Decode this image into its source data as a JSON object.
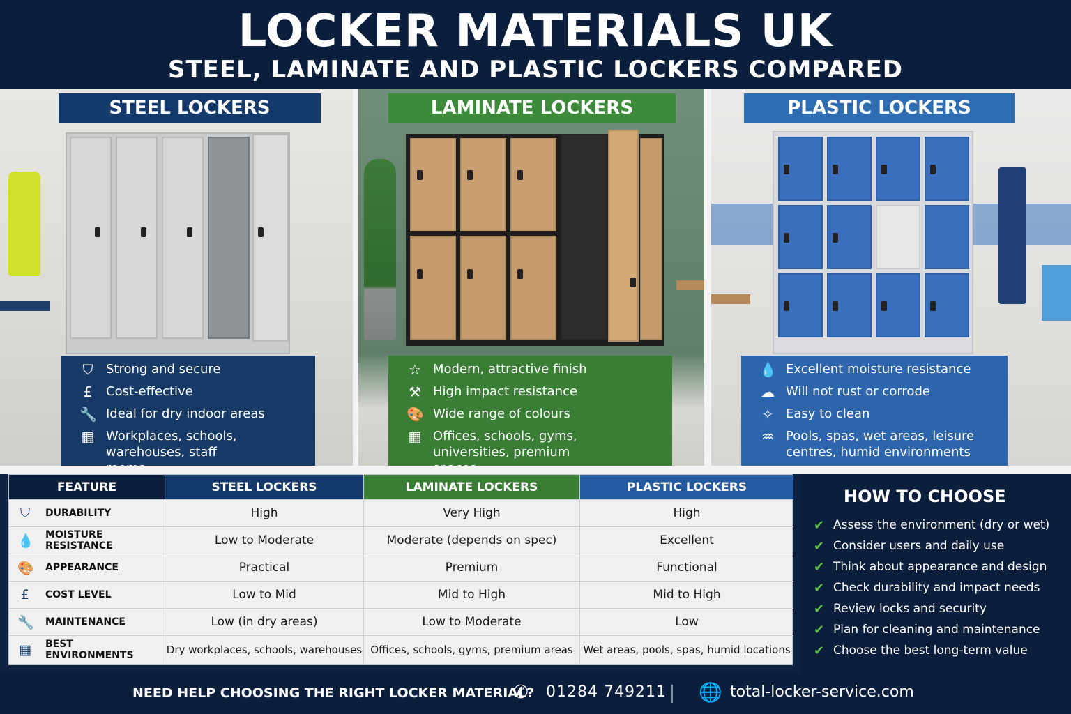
{
  "header": {
    "title": "LOCKER MATERIALS UK",
    "subtitle": "STEEL, LAMINATE AND PLASTIC LOCKERS COMPARED"
  },
  "panels": [
    {
      "heading": "STEEL LOCKERS",
      "accent": "#143a6b",
      "features": [
        {
          "icon": "shield-icon",
          "text": "Strong and secure"
        },
        {
          "icon": "pound-icon",
          "text": "Cost-effective"
        },
        {
          "icon": "wrench-icon",
          "text": "Ideal for dry indoor areas"
        },
        {
          "icon": "building-icon",
          "text": "Workplaces, schools, warehouses, staff rooms"
        }
      ]
    },
    {
      "heading": "LAMINATE LOCKERS",
      "accent": "#3c8a3a",
      "features": [
        {
          "icon": "star-icon",
          "text": "Modern, attractive finish"
        },
        {
          "icon": "hammer-icon",
          "text": "High impact resistance"
        },
        {
          "icon": "palette-icon",
          "text": "Wide range of colours"
        },
        {
          "icon": "building-icon",
          "text": "Offices, schools, gyms, universities, premium spaces"
        }
      ]
    },
    {
      "heading": "PLASTIC LOCKERS",
      "accent": "#2f6db3",
      "features": [
        {
          "icon": "droplet-icon",
          "text": "Excellent moisture resistance"
        },
        {
          "icon": "cloud-rain-icon",
          "text": "Will not rust or corrode"
        },
        {
          "icon": "cleaning-icon",
          "text": "Easy to clean"
        },
        {
          "icon": "pool-icon",
          "text": "Pools, spas, wet areas, leisure centres, humid environments"
        }
      ]
    }
  ],
  "table": {
    "headers": [
      "FEATURE",
      "STEEL LOCKERS",
      "LAMINATE LOCKERS",
      "PLASTIC LOCKERS"
    ],
    "rows": [
      {
        "icon": "shield-icon",
        "feature": "DURABILITY",
        "steel": "High",
        "laminate": "Very High",
        "plastic": "High"
      },
      {
        "icon": "droplet-icon",
        "feature": "MOISTURE RESISTANCE",
        "steel": "Low to Moderate",
        "laminate": "Moderate (depends on spec)",
        "plastic": "Excellent"
      },
      {
        "icon": "palette-icon",
        "feature": "APPEARANCE",
        "steel": "Practical",
        "laminate": "Premium",
        "plastic": "Functional"
      },
      {
        "icon": "pound-icon",
        "feature": "COST LEVEL",
        "steel": "Low to Mid",
        "laminate": "Mid to High",
        "plastic": "Mid to High"
      },
      {
        "icon": "wrench-icon",
        "feature": "MAINTENANCE",
        "steel": "Low (in dry areas)",
        "laminate": "Low to Moderate",
        "plastic": "Low"
      },
      {
        "icon": "building-icon",
        "feature": "BEST ENVIRONMENTS",
        "steel": "Dry workplaces, schools, warehouses",
        "laminate": "Offices, schools, gyms, premium areas",
        "plastic": "Wet areas, pools, spas, humid locations"
      }
    ]
  },
  "choose": {
    "title": "HOW TO CHOOSE",
    "items": [
      "Assess the environment (dry or wet)",
      "Consider users and daily use",
      "Think about appearance and design",
      "Check durability and impact needs",
      "Review locks and security",
      "Plan for cleaning and maintenance",
      "Choose the best long-term value"
    ]
  },
  "footer": {
    "question": "NEED HELP CHOOSING THE RIGHT LOCKER MATERIAL?",
    "phone_icon": "phone-icon",
    "phone": "01284 749211",
    "web_icon": "globe-icon",
    "website": "total-locker-service.com"
  }
}
